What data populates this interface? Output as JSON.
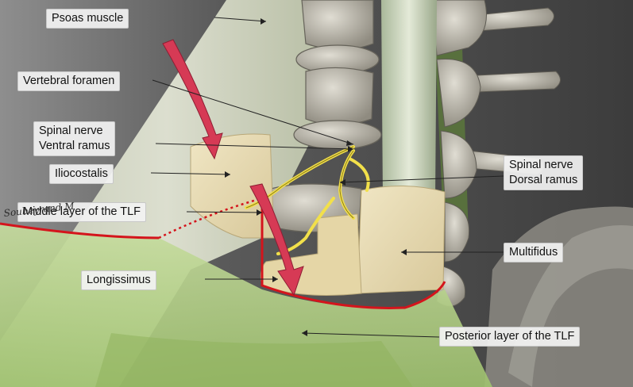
{
  "labels": {
    "psoas": "Psoas muscle",
    "vertebral_foramen": "Vertebral foramen",
    "ventral_ramus_1": "Spinal nerve",
    "ventral_ramus_2": "Ventral ramus",
    "iliocostalis": "Iliocostalis",
    "middle_layer": "Middle layer of the TLF",
    "longissimus": "Longissimus",
    "dorsal_ramus_1": "Spinal nerve",
    "dorsal_ramus_2": "Dorsal ramus",
    "multifidus": "Multifidus",
    "posterior_layer": "Posterior layer of the TLF"
  },
  "signature": "Soubeyrand M",
  "colors": {
    "background": "#4a4a4a",
    "bone": "#bdb9ad",
    "muscle": "#e8dbb4",
    "psoas_muscle": "#d6dcc4",
    "fascia_green": "#b3cf8a",
    "fascia_line": "#d4141c",
    "nerve": "#f2e04a",
    "arrow": "#d63a55",
    "leader_line": "#222222"
  }
}
